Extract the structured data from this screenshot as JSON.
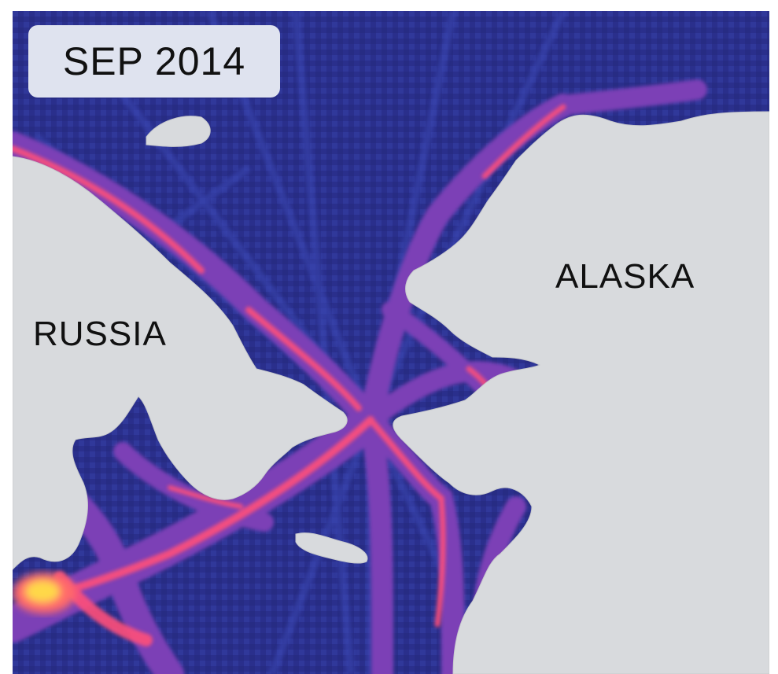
{
  "map": {
    "date_badge": "SEP 2014",
    "labels": {
      "alaska": "ALASKA",
      "russia": "RUSSIA"
    },
    "colors": {
      "water_base": "#2a2f8c",
      "traffic_low": "#3a46b4",
      "traffic_mid": "#7b3fb6",
      "traffic_high": "#ff4f7a",
      "traffic_peak": "#ffd84a",
      "land": "#d8dadd",
      "badge": "#dfe3ef"
    },
    "legend_semantics": "ship-traffic density heatmap"
  }
}
